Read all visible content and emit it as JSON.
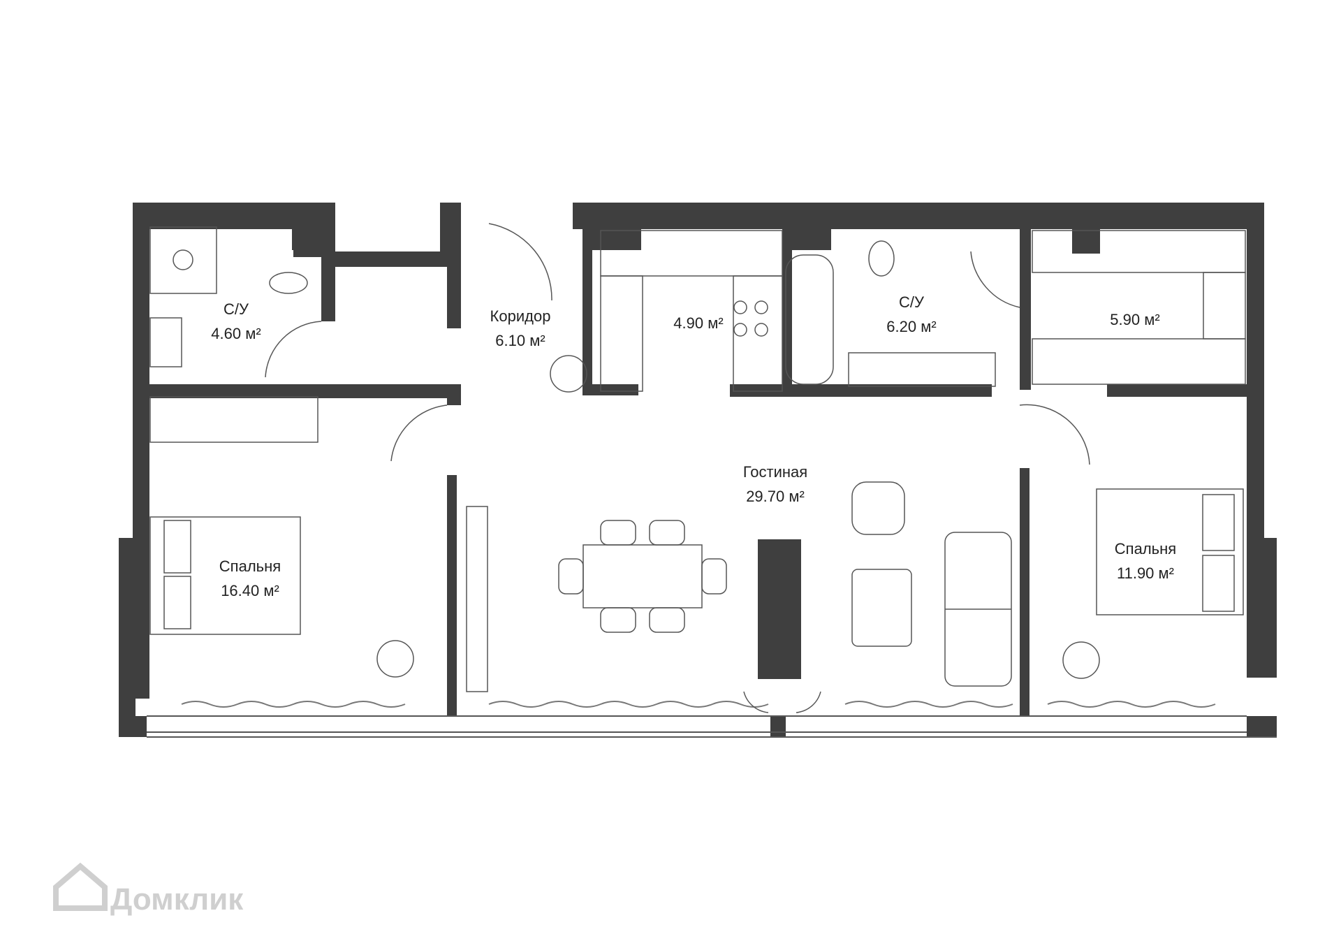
{
  "colors": {
    "wall": "#3f3f3f",
    "line": "#555555",
    "label": "#222222",
    "watermark": "#cfcfcf"
  },
  "rooms": {
    "bath1": {
      "name": "С/У",
      "area": "4.60 м²"
    },
    "corridor": {
      "name": "Коридор",
      "area": "6.10 м²"
    },
    "kitchen": {
      "area": "4.90 м²"
    },
    "bath2": {
      "name": "С/У",
      "area": "6.20 м²"
    },
    "wardrobe": {
      "area": "5.90 м²"
    },
    "living": {
      "name": "Гостиная",
      "area": "29.70 м²"
    },
    "bedroom1": {
      "name": "Спальня",
      "area": "16.40 м²"
    },
    "bedroom2": {
      "name": "Спальня",
      "area": "11.90 м²"
    }
  },
  "watermark": {
    "text": "Домклик",
    "icon": "house-logo-icon"
  }
}
